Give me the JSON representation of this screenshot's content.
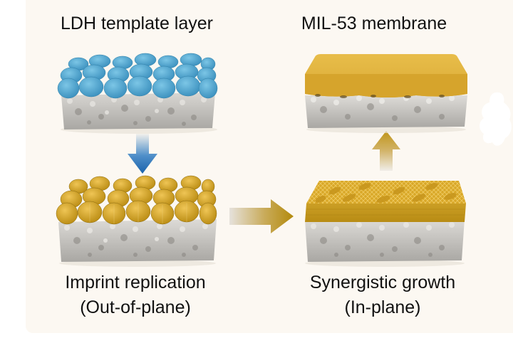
{
  "diagram": {
    "title": "LDH-templated MIL-53 membrane fabrication",
    "stages": [
      {
        "id": "ldh",
        "label": "LDH template layer",
        "layer": "LDH nanoflakes",
        "layer_color": "#4aa3cc",
        "substrate": "porous ceramic support"
      },
      {
        "id": "imprint",
        "label_line1": "Imprint replication",
        "label_line2": "(Out-of-plane)",
        "layer": "vertically oriented MOF flakes",
        "layer_color": "#d3a227",
        "substrate": "porous ceramic support"
      },
      {
        "id": "synergistic",
        "label_line1": "Synergistic growth",
        "label_line2": "(In-plane)",
        "layer": "intergrown MOF layer",
        "layer_color": "#d7a92c",
        "substrate": "porous ceramic support"
      },
      {
        "id": "mil53",
        "label": "MIL-53 membrane",
        "layer": "continuous MIL-53 film",
        "layer_color": "#e2b340",
        "substrate": "porous ceramic support"
      }
    ],
    "arrows": [
      {
        "from": "ldh",
        "to": "imprint",
        "direction": "down",
        "color": "#1f6fb5"
      },
      {
        "from": "imprint",
        "to": "synergistic",
        "direction": "right",
        "color": "#b8900f"
      },
      {
        "from": "synergistic",
        "to": "mil53",
        "direction": "up",
        "color": "#c49a1a"
      }
    ],
    "colors": {
      "background": "#fcf8f2",
      "substrate": "#c9c7c3",
      "text": "#111111"
    }
  }
}
